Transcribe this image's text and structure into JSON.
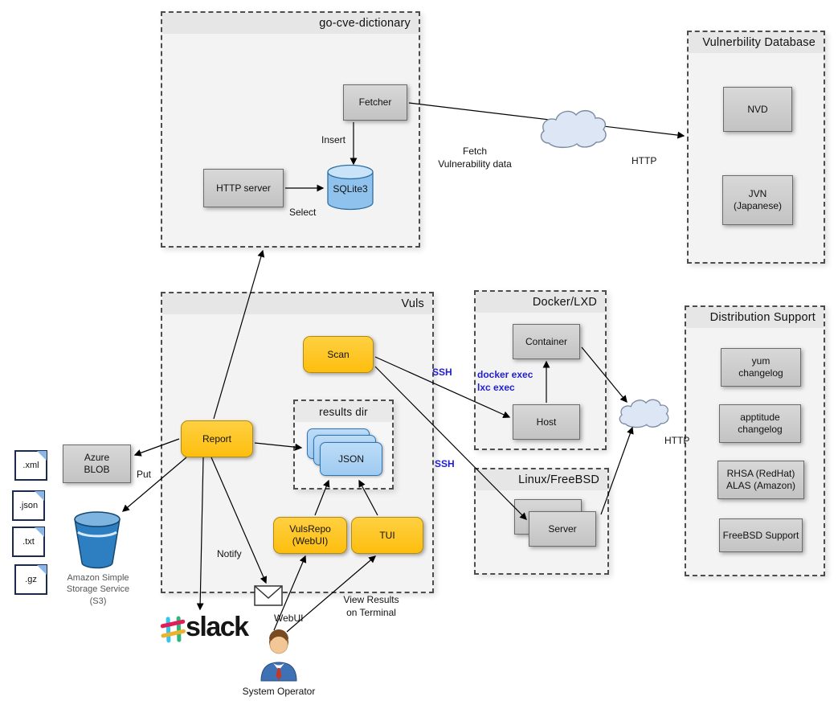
{
  "groups": {
    "go_cve_dictionary": "go-cve-dictionary",
    "vuln_db": "Vulnerbility Database",
    "vuls": "Vuls",
    "docker_lxd": "Docker/LXD",
    "linux_freebsd": "Linux/FreeBSD",
    "dist_support": "Distribution Support",
    "results_dir": "results dir"
  },
  "nodes": {
    "fetcher": "Fetcher",
    "http_server": "HTTP server",
    "sqlite3": "SQLite3",
    "nvd": "NVD",
    "jvn": "JVN\n(Japanese)",
    "scan": "Scan",
    "report": "Report",
    "json": "JSON",
    "vulsrepo": "VulsRepo\n(WebUI)",
    "tui": "TUI",
    "container": "Container",
    "host": "Host",
    "server": "Server",
    "azure_blob": "Azure\nBLOB",
    "yum_changelog": "yum\nchangelog",
    "apptitude_changelog": "apptitude\nchangelog",
    "rhsa_alas": "RHSA (RedHat)\nALAS (Amazon)",
    "freebsd_support": "FreeBSD Support"
  },
  "edge_labels": {
    "insert": "Insert",
    "select": "Select",
    "fetch": "Fetch\nVulnerability data",
    "http_top": "HTTP",
    "http_right": "HTTP",
    "ssh_docker": "SSH",
    "ssh_linux": "SSH",
    "docker_exec": "docker exec\nlxc exec",
    "put": "Put",
    "notify": "Notify",
    "webui": "WebUI",
    "view_results": "View Results\non Terminal"
  },
  "files": [
    ".xml",
    ".json",
    ".txt",
    ".gz"
  ],
  "misc": {
    "s3_caption": "Amazon Simple\nStorage Service\n(S3)",
    "slack_wordmark": "slack",
    "system_operator": "System Operator"
  },
  "icons": {
    "cloud": "internet-cloud",
    "cylinder": "database-cylinder",
    "bucket": "s3-bucket",
    "envelope": "mail-envelope",
    "slack_hash": "slack-hash-logo",
    "person": "system-operator-avatar",
    "file_page": "file-page-with-fold"
  },
  "colors": {
    "accent_yellow": "#FDBE0E",
    "node_gray": "#C9C9C9",
    "json_blue": "#A9D3F2",
    "blue_label": "#1F1FD0",
    "bucket_blue": "#2D7FC1",
    "cloud_fill": "#DCE6F4",
    "slack_blue": "#36C5F0",
    "slack_green": "#2EB67D",
    "slack_red": "#E01E5A",
    "slack_yellow": "#ECB22E"
  }
}
